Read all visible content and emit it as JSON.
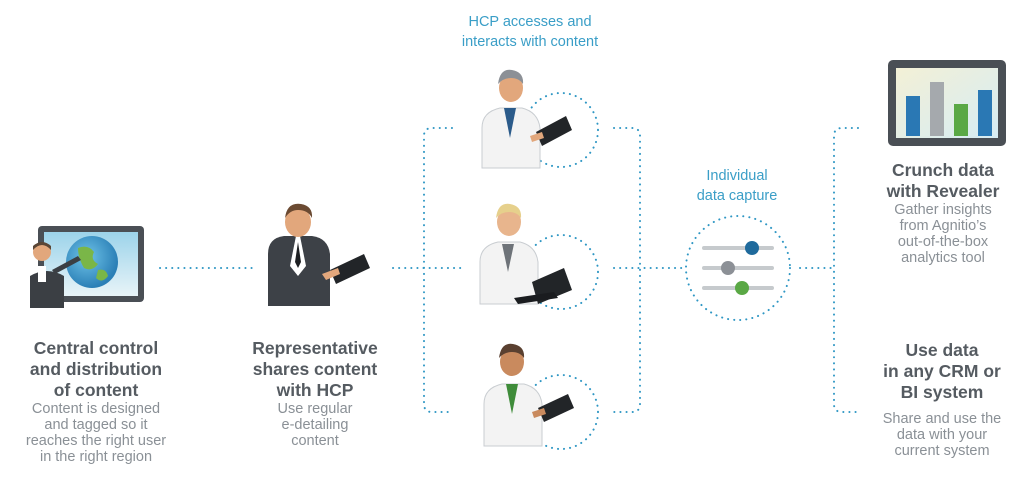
{
  "labels": {
    "hcp_caption": [
      "HCP accesses and",
      "interacts with content"
    ],
    "capture_caption": [
      "Individual",
      "data capture"
    ]
  },
  "sections": {
    "central": {
      "title": [
        "Central control",
        "and distribution",
        "of content"
      ],
      "body": [
        "Content is designed",
        "and tagged so it",
        "reaches the right user",
        "in the right region"
      ]
    },
    "representative": {
      "title": [
        "Representative",
        "shares content",
        "with HCP"
      ],
      "body": [
        "Use regular",
        "e-detailing",
        "content"
      ]
    },
    "revealer": {
      "title": [
        "Crunch data",
        "with Revealer"
      ],
      "body": [
        "Gather insights",
        "from Agnitio’s",
        "out-of-the-box",
        "analytics tool"
      ]
    },
    "crm": {
      "title": [
        "Use data",
        "in any CRM or",
        "BI system"
      ],
      "body": [
        "Share and use the",
        "data with your",
        "current system"
      ]
    }
  },
  "colors": {
    "dots": "#2f97c4",
    "title": "#555b61",
    "body": "#8a9096",
    "accent": "#3a9ec7"
  }
}
